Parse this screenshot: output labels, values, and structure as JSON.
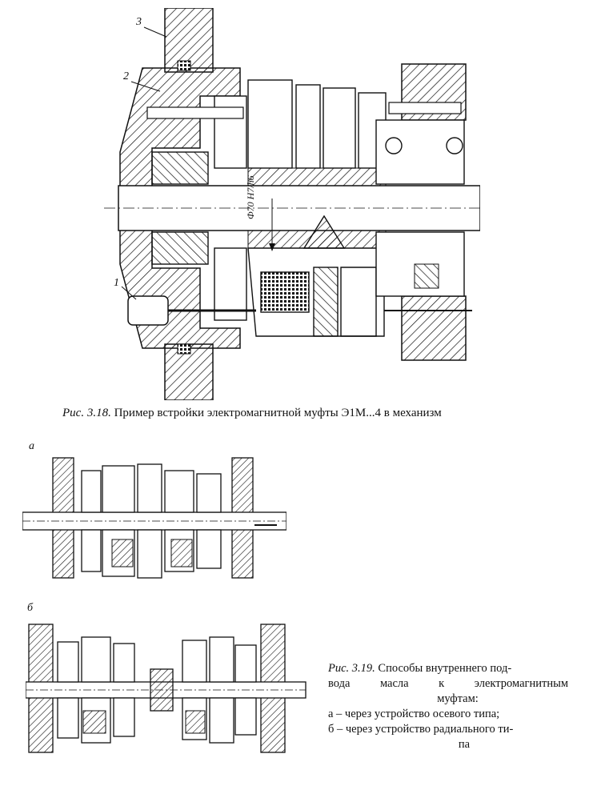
{
  "figure_318": {
    "callouts": [
      "3",
      "2",
      "1"
    ],
    "dimension_label": "Ф70 H7/h6",
    "caption_number": "Рис. 3.18.",
    "caption_text": "Пример встройки электромагнитной муфты Э1М...4 в механизм"
  },
  "figure_319": {
    "sublabel_a": "а",
    "sublabel_b": "б",
    "caption_number": "Рис. 3.19.",
    "caption_lines": [
      "Способы внутреннего под-",
      "вода масла к электромагнитным",
      "муфтам:",
      "а – через устройство осевого типа;",
      "б – через устройство радиального ти-",
      "па"
    ]
  }
}
